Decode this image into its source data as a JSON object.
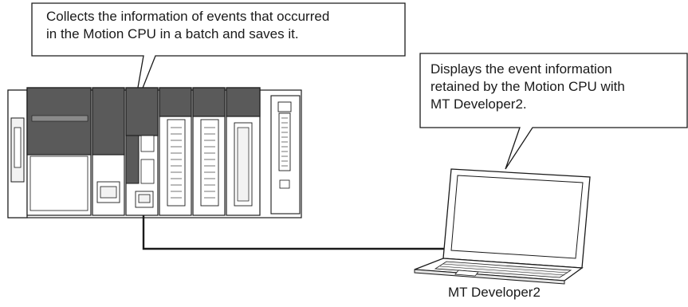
{
  "callouts": {
    "plc_callout": "Collects the information of events that occurred\nin the Motion CPU in a batch and saves it.",
    "pc_callout": "Displays the event information\nretained by the Motion CPU with\nMT Developer2."
  },
  "labels": {
    "laptop": "MT Developer2"
  },
  "colors": {
    "module_top": "#5a5a5a",
    "outline": "#1a1a1a",
    "panel": "#f2f2f2"
  }
}
